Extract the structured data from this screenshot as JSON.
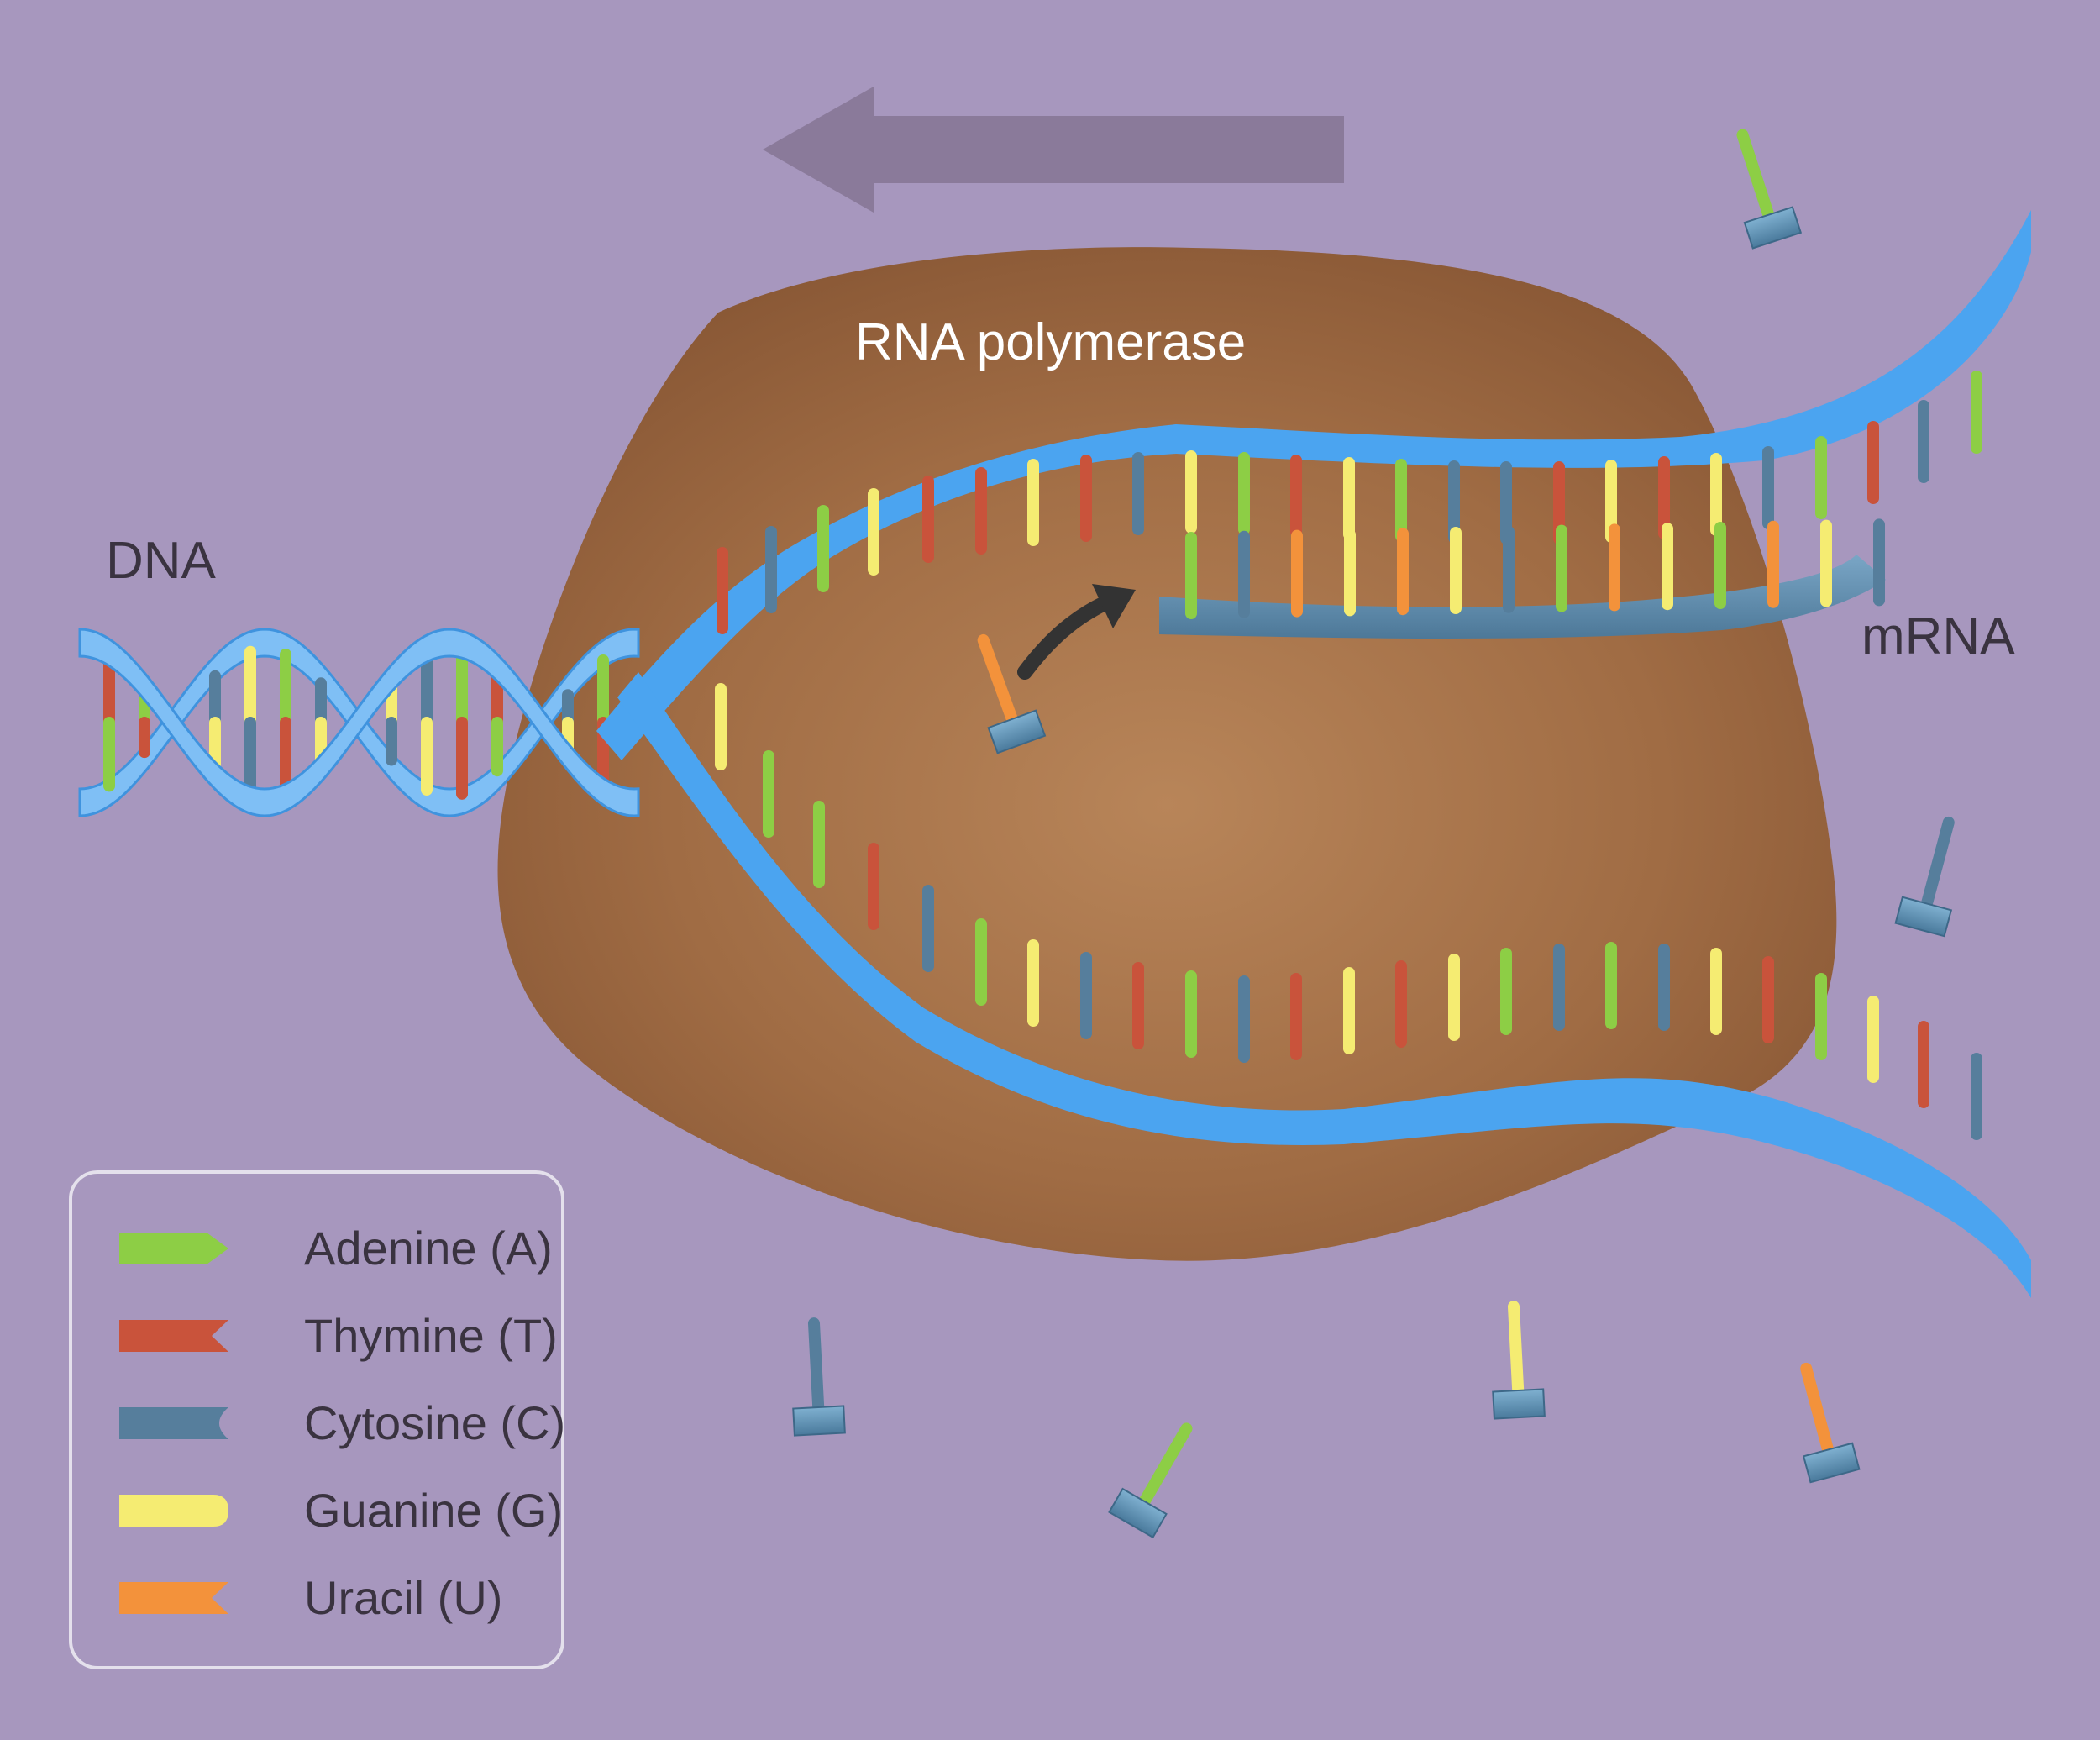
{
  "labels": {
    "rna_polymerase": "RNA polymerase",
    "dna": "DNA",
    "mrna": "mRNA"
  },
  "legend": [
    {
      "name": "Adenine (A)",
      "color": "#8dce45",
      "shape": "arrow"
    },
    {
      "name": "Thymine (T)",
      "color": "#c9533b",
      "shape": "notch"
    },
    {
      "name": "Cytosine (C)",
      "color": "#567e9c",
      "shape": "concave"
    },
    {
      "name": "Guanine (G)",
      "color": "#f5ec72",
      "shape": "round"
    },
    {
      "name": "Uracil (U)",
      "color": "#f3923b",
      "shape": "notch"
    }
  ],
  "colors": {
    "background": "#a797be",
    "polymerase": "#a06a43",
    "dna_backbone": "#4ba4f0",
    "mrna_backbone": "#5784a6",
    "direction_arrow": "#8a7a9a"
  },
  "icons": [
    "direction-arrow-icon",
    "incorporation-arrow-icon",
    "free-nucleotide-icon"
  ]
}
